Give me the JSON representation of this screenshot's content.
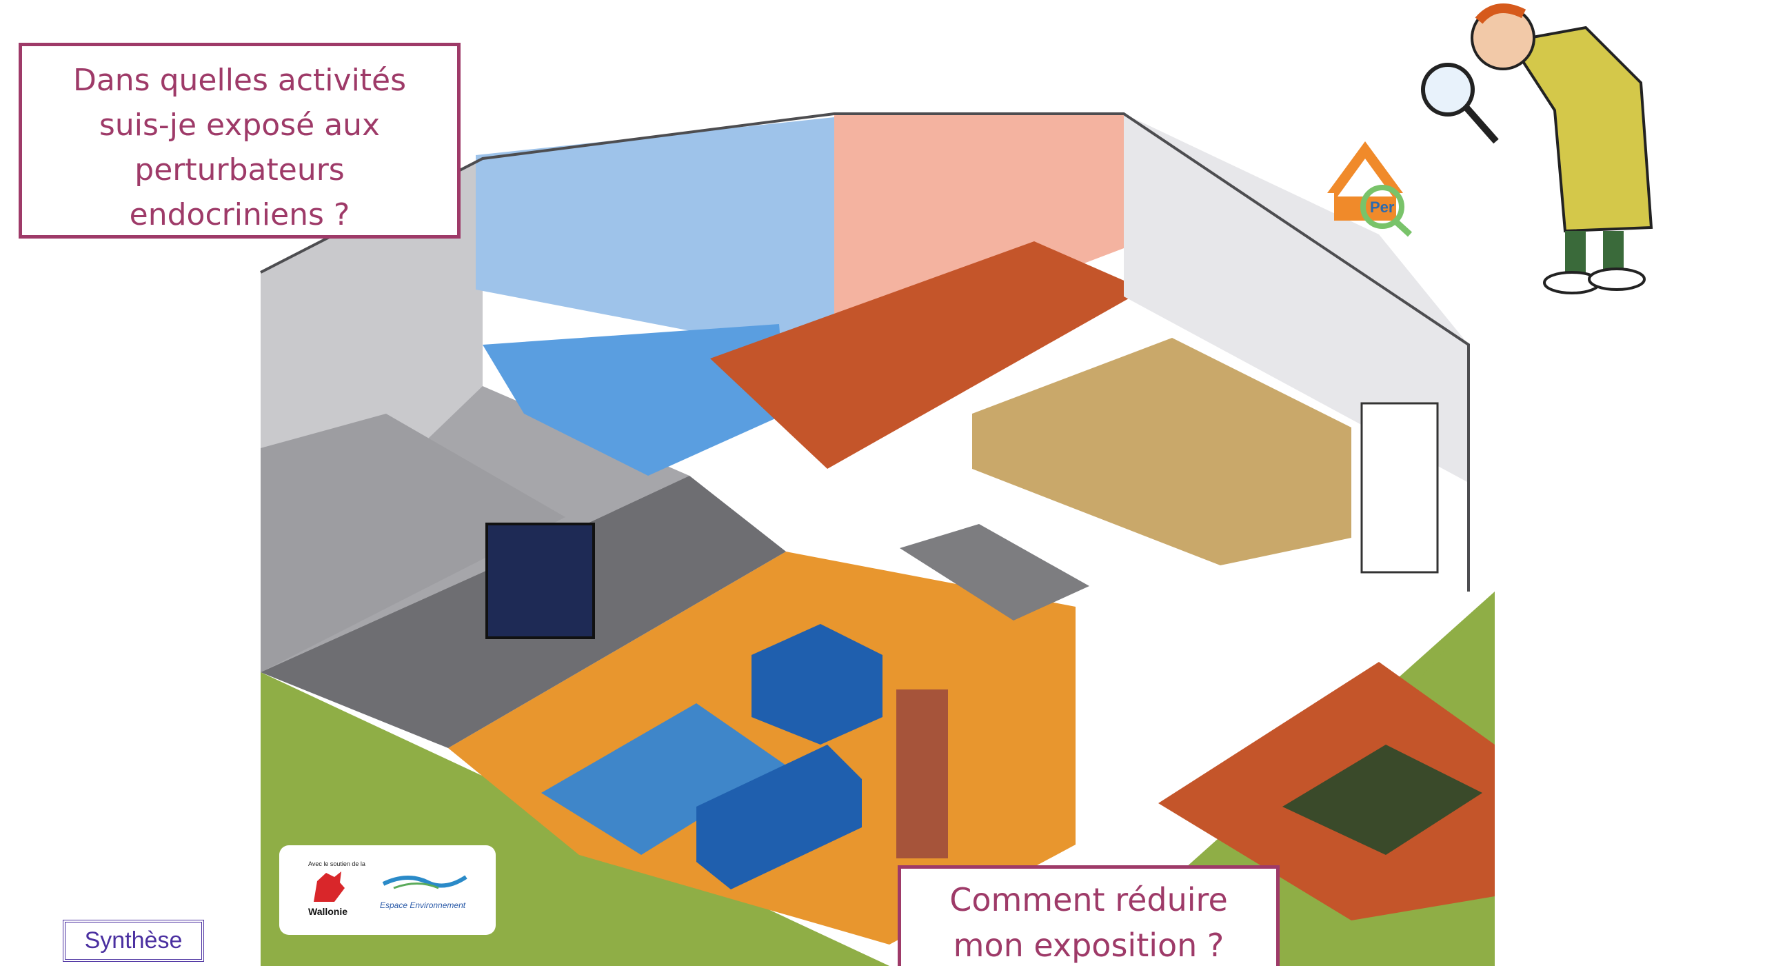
{
  "callouts": {
    "question_lines": [
      "Dans quelles activités",
      "suis-je exposé aux",
      "perturbateurs",
      "endocriniens ?"
    ],
    "reduce_lines": [
      "Comment réduire",
      "mon exposition ?"
    ]
  },
  "buttons": {
    "synthese": "Synthèse"
  },
  "partners": {
    "wallonie_small": "Avec le soutien de la",
    "wallonie_name": "Wallonie",
    "espace_name": "Espace Environnement"
  },
  "logo": {
    "text": "Per"
  },
  "colors": {
    "accent": "#9e3a68",
    "button": "#4a2fa0",
    "grass": "#8fae46",
    "orange_floor": "#e8962e",
    "rust_floor": "#c4552a",
    "blue_floor": "#3f86c9",
    "gray_floor": "#6e6e72",
    "garage_floor": "#a6a6aa"
  },
  "icons": [
    "magnifying-glass-icon",
    "house-logo-icon",
    "rooster-icon"
  ]
}
